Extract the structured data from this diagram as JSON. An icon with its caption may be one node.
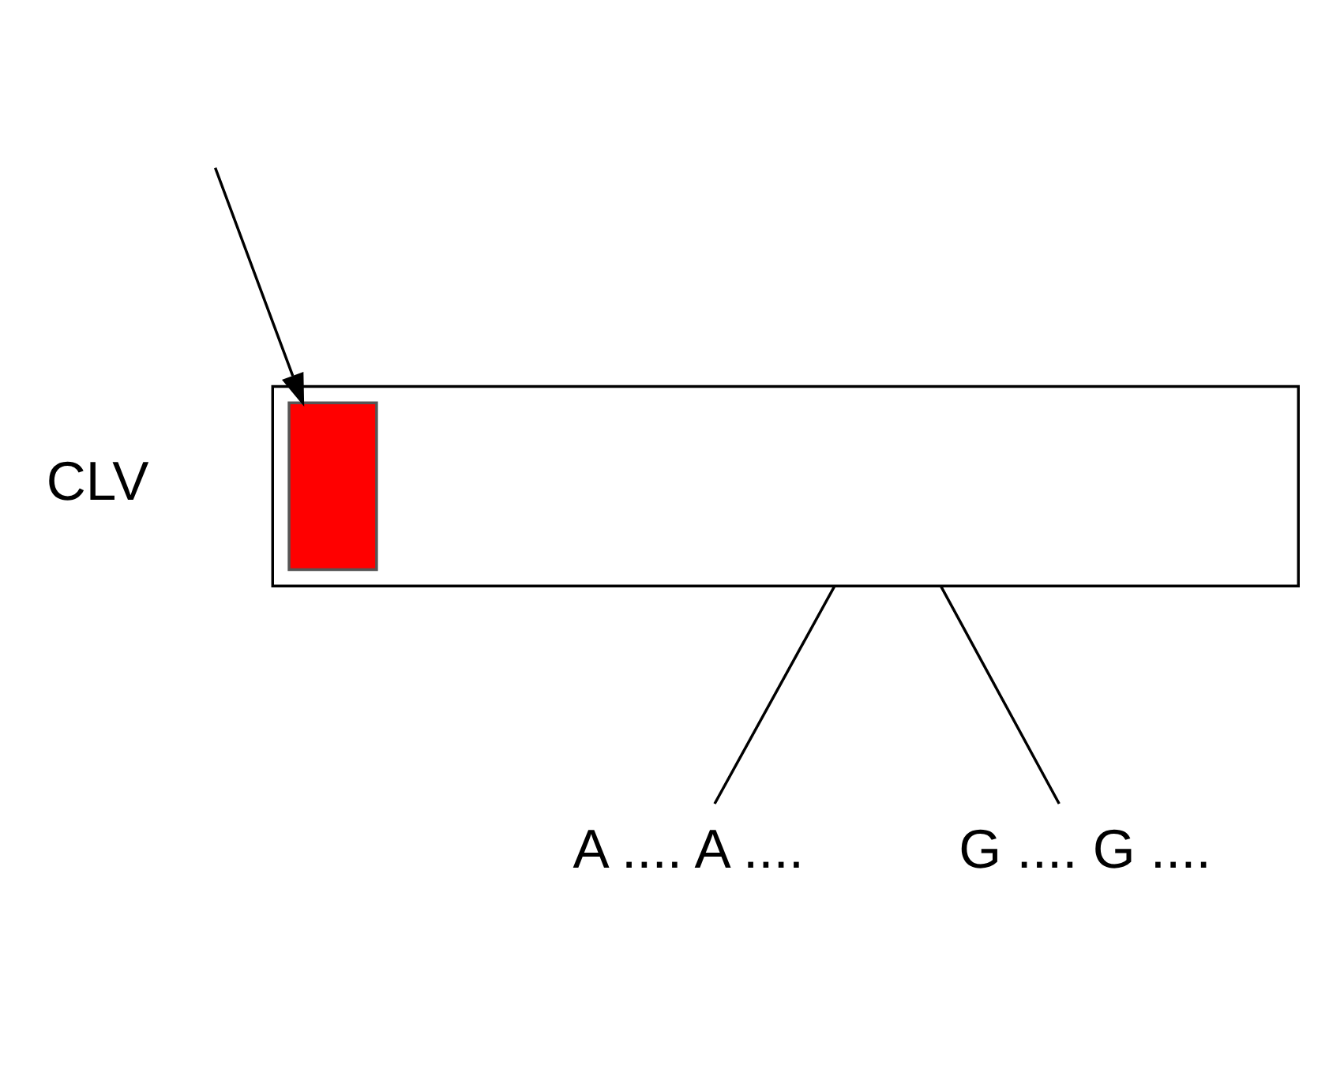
{
  "diagram": {
    "nodes": [
      {
        "text": [],
        "shape": "bar",
        "beside": [
          "CLV"
        ]
      },
      {
        "text": [],
        "shape": "box",
        "in": 0
      },
      {
        "text": [
          "A .... A ...."
        ]
      },
      {
        "text": [
          "G .... G ...."
        ]
      }
    ],
    "edges": [
      {
        "from": null,
        "to": 1,
        "arrow": "to"
      },
      {
        "from": 0,
        "to": 2,
        "arrow": "none"
      },
      {
        "from": 0,
        "to": 3,
        "arrow": "none"
      }
    ]
  }
}
